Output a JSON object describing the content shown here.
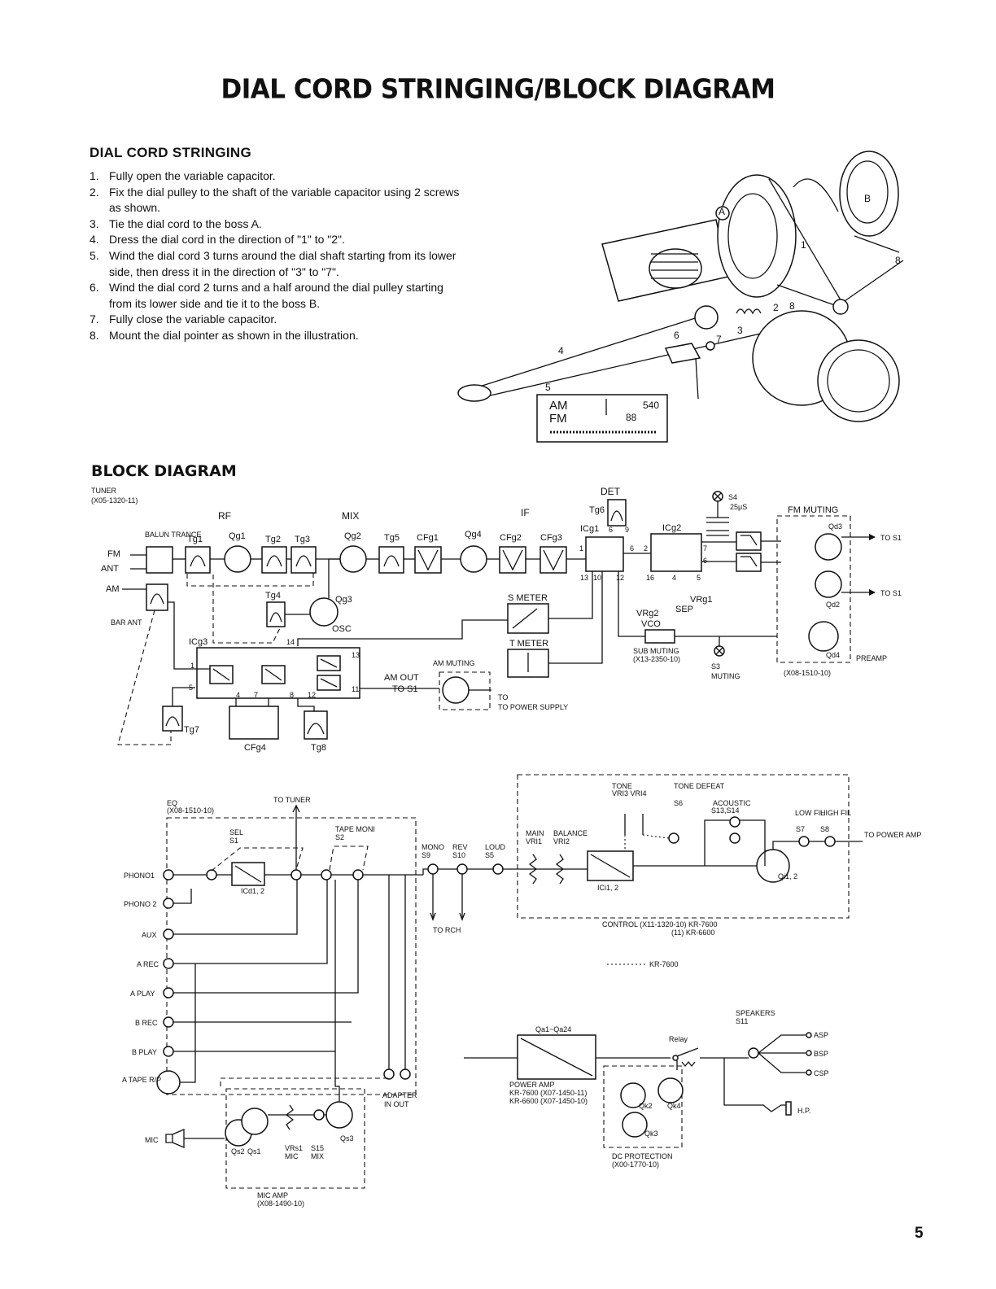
{
  "title": "DIAL CORD STRINGING/BLOCK DIAGRAM",
  "dial_cord": {
    "heading": "DIAL CORD STRINGING",
    "steps": [
      "Fully open the variable capacitor.",
      "Fix the dial pulley to the shaft of the variable capacitor using 2 screws as shown.",
      "Tie the dial cord to the boss A.",
      "Dress the dial cord in the direction of \"1\" to \"2\".",
      "Wind the dial cord 3 turns around the dial shaft starting from its lower side, then dress it in the direction of \"3\" to \"7\".",
      "Wind the dial cord 2 turns and a half around the dial pulley starting from its lower side and tie it to the boss B.",
      "Fully close the variable capacitor.",
      "Mount the dial pointer as shown in the illustration."
    ],
    "illustration": {
      "boss_a": "A",
      "boss_b": "B",
      "numbers": [
        "1",
        "2",
        "3",
        "4",
        "5",
        "6",
        "7",
        "8",
        "8"
      ],
      "scale": {
        "am": "AM",
        "fm": "FM",
        "am_value": "540",
        "fm_value": "88"
      }
    }
  },
  "block_diagram": {
    "heading": "BLOCK DIAGRAM",
    "tuner": {
      "label": "TUNER",
      "part": "(X05-1320-11)",
      "sections": {
        "rf": "RF",
        "mix": "MIX",
        "if": "IF",
        "det": "DET"
      },
      "inputs": {
        "fm": "FM",
        "ant": "ANT",
        "am": "AM",
        "bar_ant": "BAR ANT",
        "balun": "BALUN TRANCE"
      },
      "parts": [
        "Tg1",
        "Qg1",
        "Tg2",
        "Tg3",
        "Qg2",
        "Tg5",
        "CFg1",
        "Qg4",
        "CFg2",
        "CFg3",
        "Tg6",
        "ICg1",
        "ICg2",
        "Tg4",
        "Qg3",
        "ICg3",
        "Tg7",
        "CFg4",
        "Tg8"
      ],
      "osc": "OSC",
      "s_meter": "S METER",
      "t_meter": "T METER",
      "am_muting": "AM MUTING",
      "am_out": "AM OUT",
      "to_s1": "TO S1",
      "to_power_supply": "TO POWER SUPPLY",
      "s4": "S4",
      "s4_value": "25μS",
      "vrg1": "VRg1",
      "sep": "SEP",
      "vrg2": "VRg2",
      "vco": "VCO",
      "sub_muting": "SUB MUTING",
      "sub_muting_part": "(X13-2350-10)",
      "s3": "S3",
      "muting": "MUTING",
      "fm_muting": "FM MUTING",
      "qd3": "Qd3",
      "qd2": "Qd2",
      "qd4": "Qd4",
      "preamp": "PREAMP",
      "preamp_part": "(X08-1510-10)",
      "to_s1_a": "TO S1",
      "to_s1_b": "TO S1",
      "pins": [
        "1",
        "4",
        "5",
        "7",
        "8",
        "11",
        "12",
        "13",
        "14",
        "1",
        "6",
        "9",
        "13",
        "10",
        "12",
        "16",
        "4",
        "5",
        "7",
        "6",
        "2",
        "6"
      ]
    },
    "eq": {
      "label": "EQ",
      "part": "(X08-1510-10)",
      "to_tuner": "TO TUNER",
      "sel": "SEL",
      "sel_s": "S1",
      "tape_moni": "TAPE MONI",
      "tape_moni_s": "S2",
      "icd": "ICd1, 2",
      "inputs": [
        "PHONO1",
        "PHONO 2",
        "AUX",
        "A REC",
        "A PLAY",
        "B REC",
        "B PLAY",
        "A TAPE R/P",
        "MIC"
      ],
      "mono": "MONO",
      "mono_s": "S9",
      "rev": "REV",
      "rev_s": "S10",
      "loud": "LOUD",
      "loud_s": "S5",
      "to_rch": "TO RCH",
      "adapter": "ADAPTER",
      "in_out": "IN OUT"
    },
    "control": {
      "tone": "TONE",
      "tone_vr": "VRI3 VRI4",
      "tone_defeat": "TONE DEFEAT",
      "tone_defeat_s": "S6",
      "acoustic": "ACOUSTIC",
      "acoustic_s": "S13,S14",
      "low_fil": "LOW FIL",
      "low_fil_s": "S7",
      "high_fil": "HIGH FIL",
      "high_fil_s": "S8",
      "main": "MAIN",
      "main_vr": "VRI1",
      "balance": "BALANCE",
      "balance_vr": "VRI2",
      "ici": "ICi1, 2",
      "qi": "Qi1, 2",
      "to_power_amp": "TO POWER AMP",
      "label1": "CONTROL (X11-1320-10) KR-7600",
      "label2": "(11) KR-6600",
      "legend": "KR-7600"
    },
    "mic_amp": {
      "qs2": "Qs2",
      "qs1": "Qs1",
      "qs3": "Qs3",
      "vrs1": "VRs1",
      "s15": "S15",
      "mic": "MIC",
      "mix": "MIX",
      "label": "MIC AMP",
      "part": "(X08-1490-10)"
    },
    "power_amp": {
      "q_range": "Qa1~Qa24",
      "label": "POWER AMP",
      "kr7600": "KR-7600 (X07-1450-11)",
      "kr6600": "KR-6600 (X07-1450-10)",
      "relay": "Relay",
      "qk2": "Qk2",
      "qk4": "Qk4",
      "qk3": "Qk3",
      "dc_protection": "DC PROTECTION",
      "dc_part": "(X00-1770-10)",
      "speakers": "SPEAKERS",
      "speakers_s": "S11",
      "asp": "ASP",
      "bsp": "BSP",
      "csp": "CSP",
      "hp": "H.P."
    }
  },
  "page_number": "5"
}
